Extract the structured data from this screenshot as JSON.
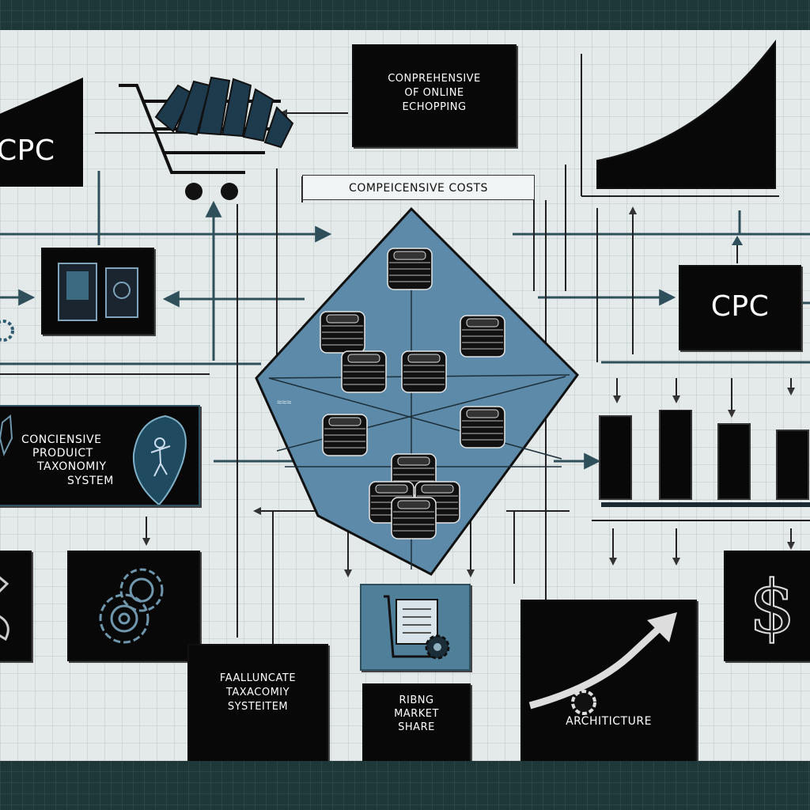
{
  "texts": {
    "title_box": [
      "CONPREHENSIVE",
      "OF ONLINE",
      "ECHOPPING"
    ],
    "center_label": "COMPEICENSIVE COSTS",
    "cpc_left": "CPC",
    "cpc_right": "CPC",
    "taxonomy_box": [
      "CONCIENSIVE",
      "PRODUICT",
      "TAXONOMIY",
      "SYSTEM"
    ],
    "faulty_box": [
      "FAALLUNCATE",
      "TAXACOMIY",
      "SYSTEITEM"
    ],
    "market_box": [
      "RIBNG",
      "MARKET",
      "SHARE"
    ],
    "architecture_box": "ARCHITICTURE",
    "dollar_symbol": "$"
  },
  "colors": {
    "box_fill": "#080808",
    "diamond_fill": "#5c8aa8",
    "line": "#2f4f5a",
    "board": "#e4e9e9",
    "frame": "#1e3838"
  },
  "icons": [
    "shopping-cart-icon",
    "database-icon",
    "gear-icon",
    "shield-icon",
    "dollar-icon",
    "rising-arrow-icon",
    "document-icon",
    "bar-chart-icon",
    "area-chart-icon"
  ]
}
